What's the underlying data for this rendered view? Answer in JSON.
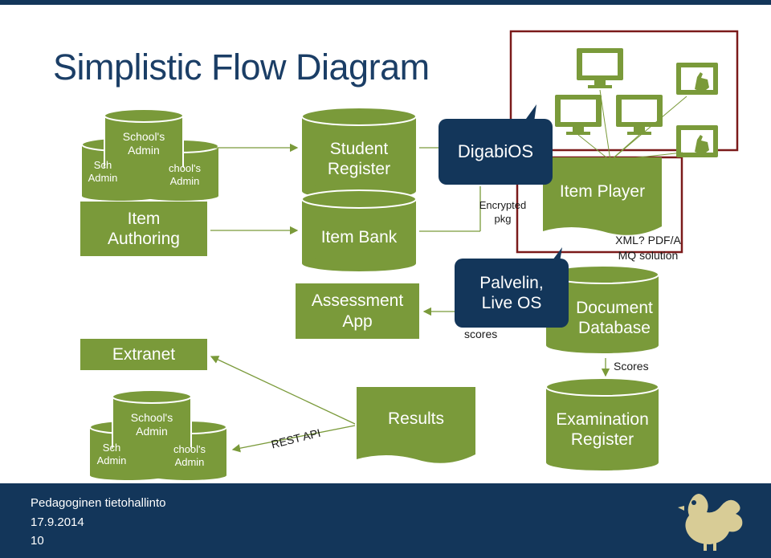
{
  "slide": {
    "title": "Simplistic Flow Diagram",
    "footer_org": "Pedagoginen tietohallinto",
    "footer_date": "17.9.2014",
    "footer_page": "10",
    "logo_icon": "rooster-icon"
  },
  "colors": {
    "green": "#7a9a3a",
    "navy": "#13365a",
    "dark_red": "#7b1a1a",
    "white": "#ffffff"
  },
  "nodes": {
    "schools_admin_top_back_left_a": "Sch",
    "schools_admin_top_back_left_b": "Admin",
    "schools_admin_top_back_right_a": "chool's",
    "schools_admin_top_back_right_b": "Admin",
    "schools_admin_top_front_a": "School's",
    "schools_admin_top_front_b": "Admin",
    "item_authoring_a": "Item",
    "item_authoring_b": "Authoring",
    "extranet": "Extranet",
    "student_register_a": "Student",
    "student_register_b": "Register",
    "item_bank": "Item Bank",
    "assessment_app_a": "Assessment",
    "assessment_app_b": "App",
    "digabios": "DigabiOS",
    "palvelin_a": "Palvelin,",
    "palvelin_b": "Live OS",
    "item_player": "Item Player",
    "document_database_a": "Document",
    "document_database_b": "Database",
    "results": "Results",
    "examination_register_a": "Examination",
    "examination_register_b": "Register",
    "schools_admin_bottom_back_left_a": "Sch",
    "schools_admin_bottom_back_left_b": "Admin",
    "schools_admin_bottom_back_right_a": "chool's",
    "schools_admin_bottom_back_right_b": "Admin",
    "schools_admin_bottom_front_a": "School's",
    "schools_admin_bottom_front_b": "Admin"
  },
  "edge_labels": {
    "encrypted_a": "Encrypted",
    "encrypted_b": "pkg",
    "scores_lower": "scores",
    "xml_a": "XML? PDF/A",
    "xml_b": "MQ solution",
    "scores_cap": "Scores",
    "rest_api": "REST API"
  },
  "icons": {
    "monitor": "monitor-icon",
    "touch": "touch-screen-icon"
  }
}
